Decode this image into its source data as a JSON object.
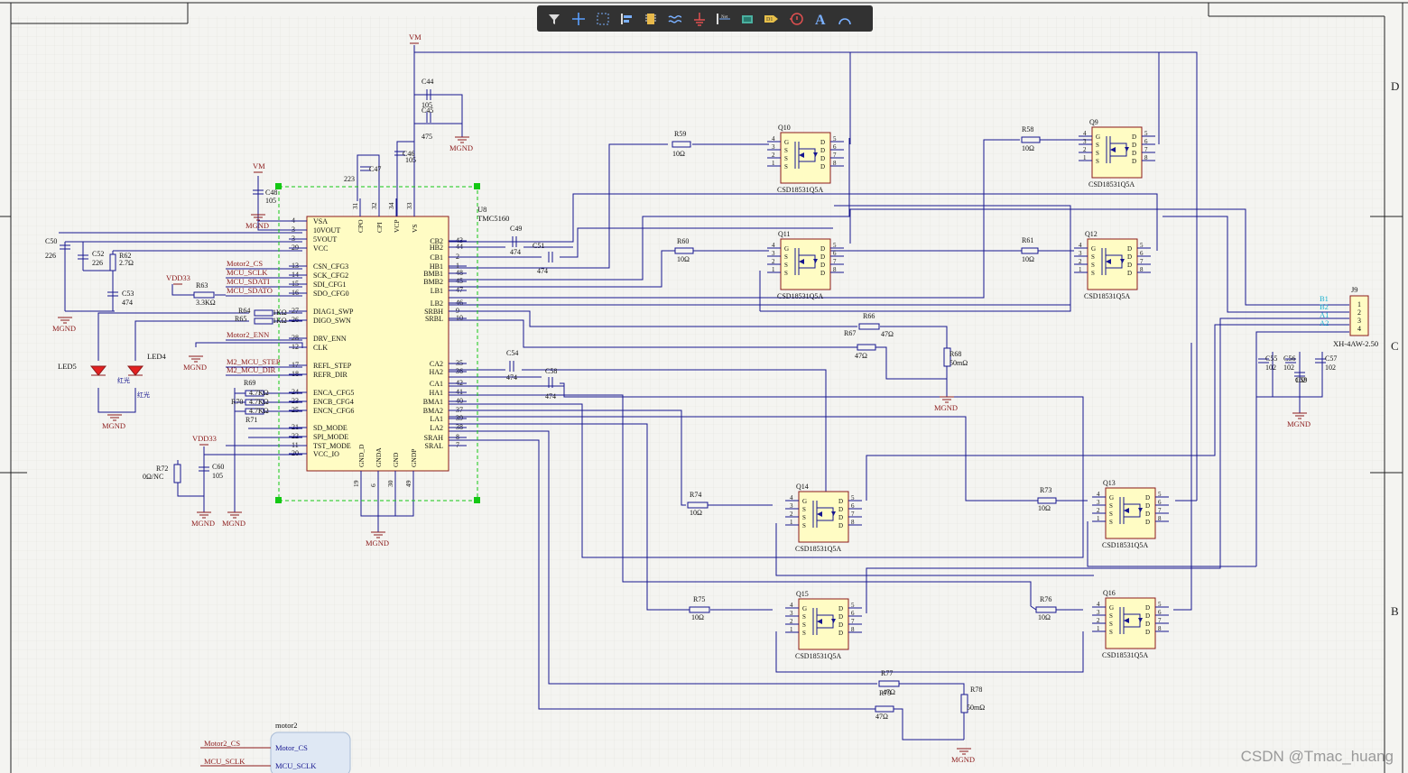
{
  "toolbar": {
    "icons": [
      "filter-icon",
      "crosshair-icon",
      "select-rect-icon",
      "align-icon",
      "component-icon",
      "net-icon",
      "ground-icon",
      "net-label-icon",
      "harness-icon",
      "port-icon",
      "param-icon",
      "text-icon",
      "arc-icon"
    ]
  },
  "zones": {
    "right": [
      "D",
      "C",
      "B"
    ]
  },
  "power": {
    "vm": "VM",
    "mgnd": "MGND",
    "vdd33": "VDD33"
  },
  "ic": {
    "ref": "U8",
    "name": "TMC5160",
    "left_pins": [
      {
        "num": "4",
        "name": "VSA"
      },
      {
        "num": "3",
        "name": "10VOUT"
      },
      {
        "num": "3",
        "name": "5VOUT"
      },
      {
        "num": "29",
        "name": "VCC"
      },
      {
        "num": "13",
        "name": "CSN_CFG3"
      },
      {
        "num": "14",
        "name": "SCK_CFG2"
      },
      {
        "num": "15",
        "name": "SDI_CFG1"
      },
      {
        "num": "16",
        "name": "SDO_CFG0"
      },
      {
        "num": "27",
        "name": "DIAG1_SWP"
      },
      {
        "num": "26",
        "name": "DIGO_SWN"
      },
      {
        "num": "28",
        "name": "DRV_ENN"
      },
      {
        "num": "12",
        "name": "CLK"
      },
      {
        "num": "17",
        "name": "REFL_STEP"
      },
      {
        "num": "18",
        "name": "REFR_DIR"
      },
      {
        "num": "24",
        "name": "ENCA_CFG5"
      },
      {
        "num": "23",
        "name": "ENCB_CFG4"
      },
      {
        "num": "25",
        "name": "ENCN_CFG6"
      },
      {
        "num": "21",
        "name": "SD_MODE"
      },
      {
        "num": "22",
        "name": "SPI_MODE"
      },
      {
        "num": "11",
        "name": "TST_MODE"
      },
      {
        "num": "20",
        "name": "VCC_IO"
      }
    ],
    "right_pins": [
      {
        "num": "43",
        "name": "CB2"
      },
      {
        "num": "44",
        "name": "HB2"
      },
      {
        "num": "2",
        "name": "CB1"
      },
      {
        "num": "1",
        "name": "HB1"
      },
      {
        "num": "48",
        "name": "BMB1"
      },
      {
        "num": "45",
        "name": "BMB2"
      },
      {
        "num": "47",
        "name": "LB1"
      },
      {
        "num": "46",
        "name": "LB2"
      },
      {
        "num": "9",
        "name": "SRBH"
      },
      {
        "num": "10",
        "name": "SRBL"
      },
      {
        "num": "35",
        "name": "CA2"
      },
      {
        "num": "36",
        "name": "HA2"
      },
      {
        "num": "42",
        "name": "CA1"
      },
      {
        "num": "41",
        "name": "HA1"
      },
      {
        "num": "40",
        "name": "BMA1"
      },
      {
        "num": "37",
        "name": "BMA2"
      },
      {
        "num": "39",
        "name": "LA1"
      },
      {
        "num": "38",
        "name": "LA2"
      },
      {
        "num": "8",
        "name": "SRAH"
      },
      {
        "num": "7",
        "name": "SRAL"
      }
    ],
    "top_pins": [
      {
        "num": "31",
        "name": "CPO"
      },
      {
        "num": "32",
        "name": "CPI"
      },
      {
        "num": "34",
        "name": "VCP"
      },
      {
        "num": "33",
        "name": "VS"
      }
    ],
    "bottom_pins": [
      {
        "num": "19",
        "name": "GND_D"
      },
      {
        "num": "6",
        "name": "GNDA"
      },
      {
        "num": "30",
        "name": "GND"
      },
      {
        "num": "49",
        "name": "GNDP"
      }
    ]
  },
  "nets": [
    "Motor2_CS",
    "MCU_SCLK",
    "MCU_SDATI",
    "MCU_SDATO",
    "Motor2_ENN",
    "M2_MCU_STEP",
    "M2_MCU_DIR"
  ],
  "caps": [
    {
      "ref": "C44",
      "val": "105"
    },
    {
      "ref": "C45",
      "val": "475"
    },
    {
      "ref": "C46",
      "val": "105"
    },
    {
      "ref": "C47",
      "val": "223"
    },
    {
      "ref": "C48",
      "val": "105"
    },
    {
      "ref": "C50",
      "val": "226"
    },
    {
      "ref": "C52",
      "val": "226"
    },
    {
      "ref": "C53",
      "val": "474"
    },
    {
      "ref": "C49",
      "val": "474"
    },
    {
      "ref": "C51",
      "val": "474"
    },
    {
      "ref": "C54",
      "val": "474"
    },
    {
      "ref": "C58",
      "val": "474"
    },
    {
      "ref": "C60",
      "val": "105"
    },
    {
      "ref": "C55",
      "val": "102"
    },
    {
      "ref": "C56",
      "val": "102"
    },
    {
      "ref": "C57",
      "val": "102"
    },
    {
      "ref": "C59",
      "val": "102"
    }
  ],
  "resistors": [
    {
      "ref": "R62",
      "val": "2.7Ω"
    },
    {
      "ref": "R63",
      "val": "3.3KΩ"
    },
    {
      "ref": "R64",
      "val": "1KΩ"
    },
    {
      "ref": "R65",
      "val": "1KΩ"
    },
    {
      "ref": "R69",
      "val": "4.7KΩ"
    },
    {
      "ref": "R70",
      "val": "4.7KΩ"
    },
    {
      "ref": "R71",
      "val": "4.7KΩ"
    },
    {
      "ref": "R72",
      "val": "0Ω/NC"
    },
    {
      "ref": "R59",
      "val": "10Ω"
    },
    {
      "ref": "R58",
      "val": "10Ω"
    },
    {
      "ref": "R60",
      "val": "10Ω"
    },
    {
      "ref": "R61",
      "val": "10Ω"
    },
    {
      "ref": "R66",
      "val": "47Ω"
    },
    {
      "ref": "R67",
      "val": "47Ω"
    },
    {
      "ref": "R68",
      "val": "50mΩ"
    },
    {
      "ref": "R73",
      "val": "10Ω"
    },
    {
      "ref": "R74",
      "val": "10Ω"
    },
    {
      "ref": "R75",
      "val": "10Ω"
    },
    {
      "ref": "R76",
      "val": "10Ω"
    },
    {
      "ref": "R77",
      "val": "47Ω"
    },
    {
      "ref": "R79",
      "val": "47Ω"
    },
    {
      "ref": "R78",
      "val": "50mΩ"
    }
  ],
  "mosfets": [
    {
      "ref": "Q10",
      "part": "CSD18531Q5A"
    },
    {
      "ref": "Q9",
      "part": "CSD18531Q5A"
    },
    {
      "ref": "Q11",
      "part": "CSD18531Q5A"
    },
    {
      "ref": "Q12",
      "part": "CSD18531Q5A"
    },
    {
      "ref": "Q14",
      "part": "CSD18531Q5A"
    },
    {
      "ref": "Q13",
      "part": "CSD18531Q5A"
    },
    {
      "ref": "Q15",
      "part": "CSD18531Q5A"
    },
    {
      "ref": "Q16",
      "part": "CSD18531Q5A"
    }
  ],
  "leds": [
    {
      "ref": "LED5",
      "color": "红光"
    },
    {
      "ref": "LED4",
      "color": "红光"
    }
  ],
  "connector": {
    "ref": "J9",
    "part": "XH-4AW-2.50",
    "pins": [
      "1",
      "2",
      "3",
      "4"
    ],
    "nets": [
      "B1",
      "B2",
      "A1",
      "A2"
    ]
  },
  "sheet_symbol": {
    "name": "motor2",
    "ports": [
      {
        "net": "Motor2_CS",
        "port": "Motor_CS"
      },
      {
        "net": "MCU_SCLK",
        "port": "MCU_SCLK"
      }
    ]
  },
  "watermark": "CSDN @Tmac_huang",
  "colors": {
    "wire": "#16168f",
    "label": "#8b1a1a",
    "body": "#fffcc4",
    "outline": "#8b1a1a",
    "grid": "#dcdcd8",
    "select": "#14c814",
    "net_cyan": "#1ab1cf"
  }
}
